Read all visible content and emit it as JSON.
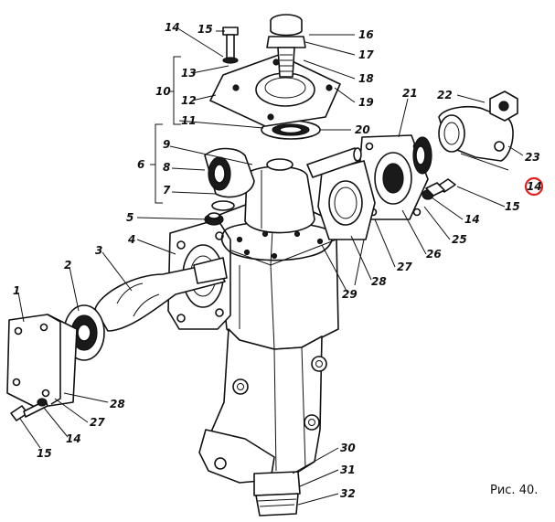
{
  "caption": "Рис. 40.",
  "highlight_color": "#e02020",
  "callouts": [
    {
      "id": "1",
      "text": "1"
    },
    {
      "id": "2",
      "text": "2"
    },
    {
      "id": "3",
      "text": "3"
    },
    {
      "id": "4",
      "text": "4"
    },
    {
      "id": "5",
      "text": "5"
    },
    {
      "id": "6",
      "text": "6"
    },
    {
      "id": "7",
      "text": "7"
    },
    {
      "id": "8",
      "text": "8"
    },
    {
      "id": "9",
      "text": "9"
    },
    {
      "id": "10",
      "text": "10"
    },
    {
      "id": "11",
      "text": "11"
    },
    {
      "id": "12",
      "text": "12"
    },
    {
      "id": "13",
      "text": "13"
    },
    {
      "id": "14a",
      "text": "14"
    },
    {
      "id": "15a",
      "text": "15"
    },
    {
      "id": "16",
      "text": "16"
    },
    {
      "id": "17",
      "text": "17"
    },
    {
      "id": "18",
      "text": "18"
    },
    {
      "id": "19",
      "text": "19"
    },
    {
      "id": "20",
      "text": "20"
    },
    {
      "id": "21",
      "text": "21"
    },
    {
      "id": "22",
      "text": "22"
    },
    {
      "id": "23",
      "text": "23"
    },
    {
      "id": "14b",
      "text": "14"
    },
    {
      "id": "15b",
      "text": "15"
    },
    {
      "id": "14c",
      "text": "14"
    },
    {
      "id": "25",
      "text": "25"
    },
    {
      "id": "26",
      "text": "26"
    },
    {
      "id": "27a",
      "text": "27"
    },
    {
      "id": "28a",
      "text": "28"
    },
    {
      "id": "29",
      "text": "29"
    },
    {
      "id": "28b",
      "text": "28"
    },
    {
      "id": "27b",
      "text": "27"
    },
    {
      "id": "14d",
      "text": "14"
    },
    {
      "id": "15c",
      "text": "15"
    },
    {
      "id": "30",
      "text": "30"
    },
    {
      "id": "31",
      "text": "31"
    },
    {
      "id": "32",
      "text": "32"
    }
  ]
}
